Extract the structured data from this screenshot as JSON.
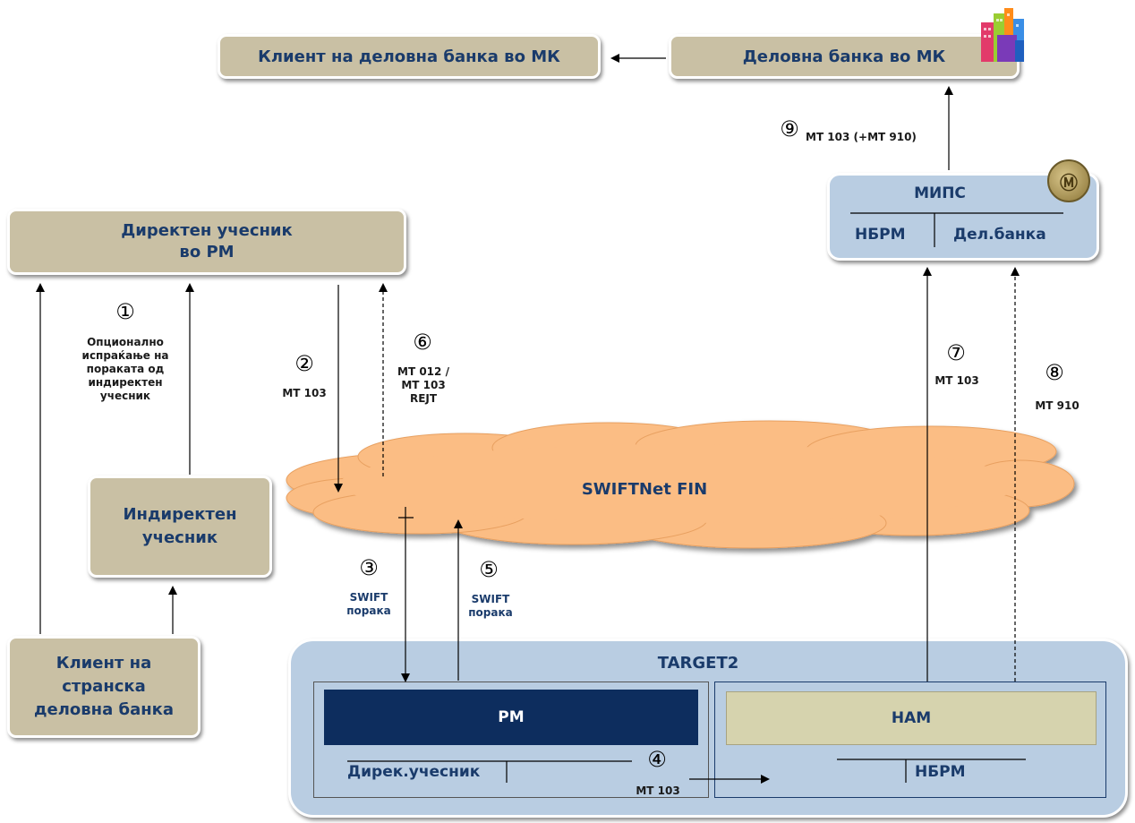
{
  "boxes": {
    "client_mk": "Клиент на деловна банка во МК",
    "bank_mk": "Деловна банка во МК",
    "direct_participant": "Директен учесник\nво РМ",
    "indirect_participant": "Индиректен\nучесник",
    "foreign_client": "Клиент на\nстранска\nделовна банка",
    "mips": {
      "title": "МИПС",
      "left": "НБРМ",
      "right": "Дел.банка"
    },
    "cloud": "SWIFTNet FIN",
    "target2": {
      "title": "TARGET2",
      "pm": "PM",
      "ham": "HAM",
      "direct_participant": "Дирек.учесник",
      "nbrm": "НБРМ"
    }
  },
  "steps": [
    {
      "num": "①",
      "text": "Опционално\nиспраќање на\nпораката од\nиндиректен\nучесник"
    },
    {
      "num": "②",
      "text": "MT 103"
    },
    {
      "num": "③",
      "text": "SWIFT\nпорака"
    },
    {
      "num": "④",
      "text": "MT 103"
    },
    {
      "num": "⑤",
      "text": "SWIFT\nпорака"
    },
    {
      "num": "⑥",
      "text": "MT 012  /\nMT 103\nREJT"
    },
    {
      "num": "⑦",
      "text": "MT 103"
    },
    {
      "num": "⑧",
      "text": "MT 910"
    },
    {
      "num": "⑨",
      "text": "MT 103  (+MT 910)"
    }
  ],
  "colors": {
    "tan": "#c9c0a4",
    "blue_box": "#b9cde2",
    "cloud": "#fbbd84",
    "pm_dark": "#0d2d5e",
    "ham_fill": "#d6d3ae",
    "text_blue": "#1a3b6b"
  },
  "icons": [
    "buildings-icon",
    "coin-seal-icon"
  ]
}
